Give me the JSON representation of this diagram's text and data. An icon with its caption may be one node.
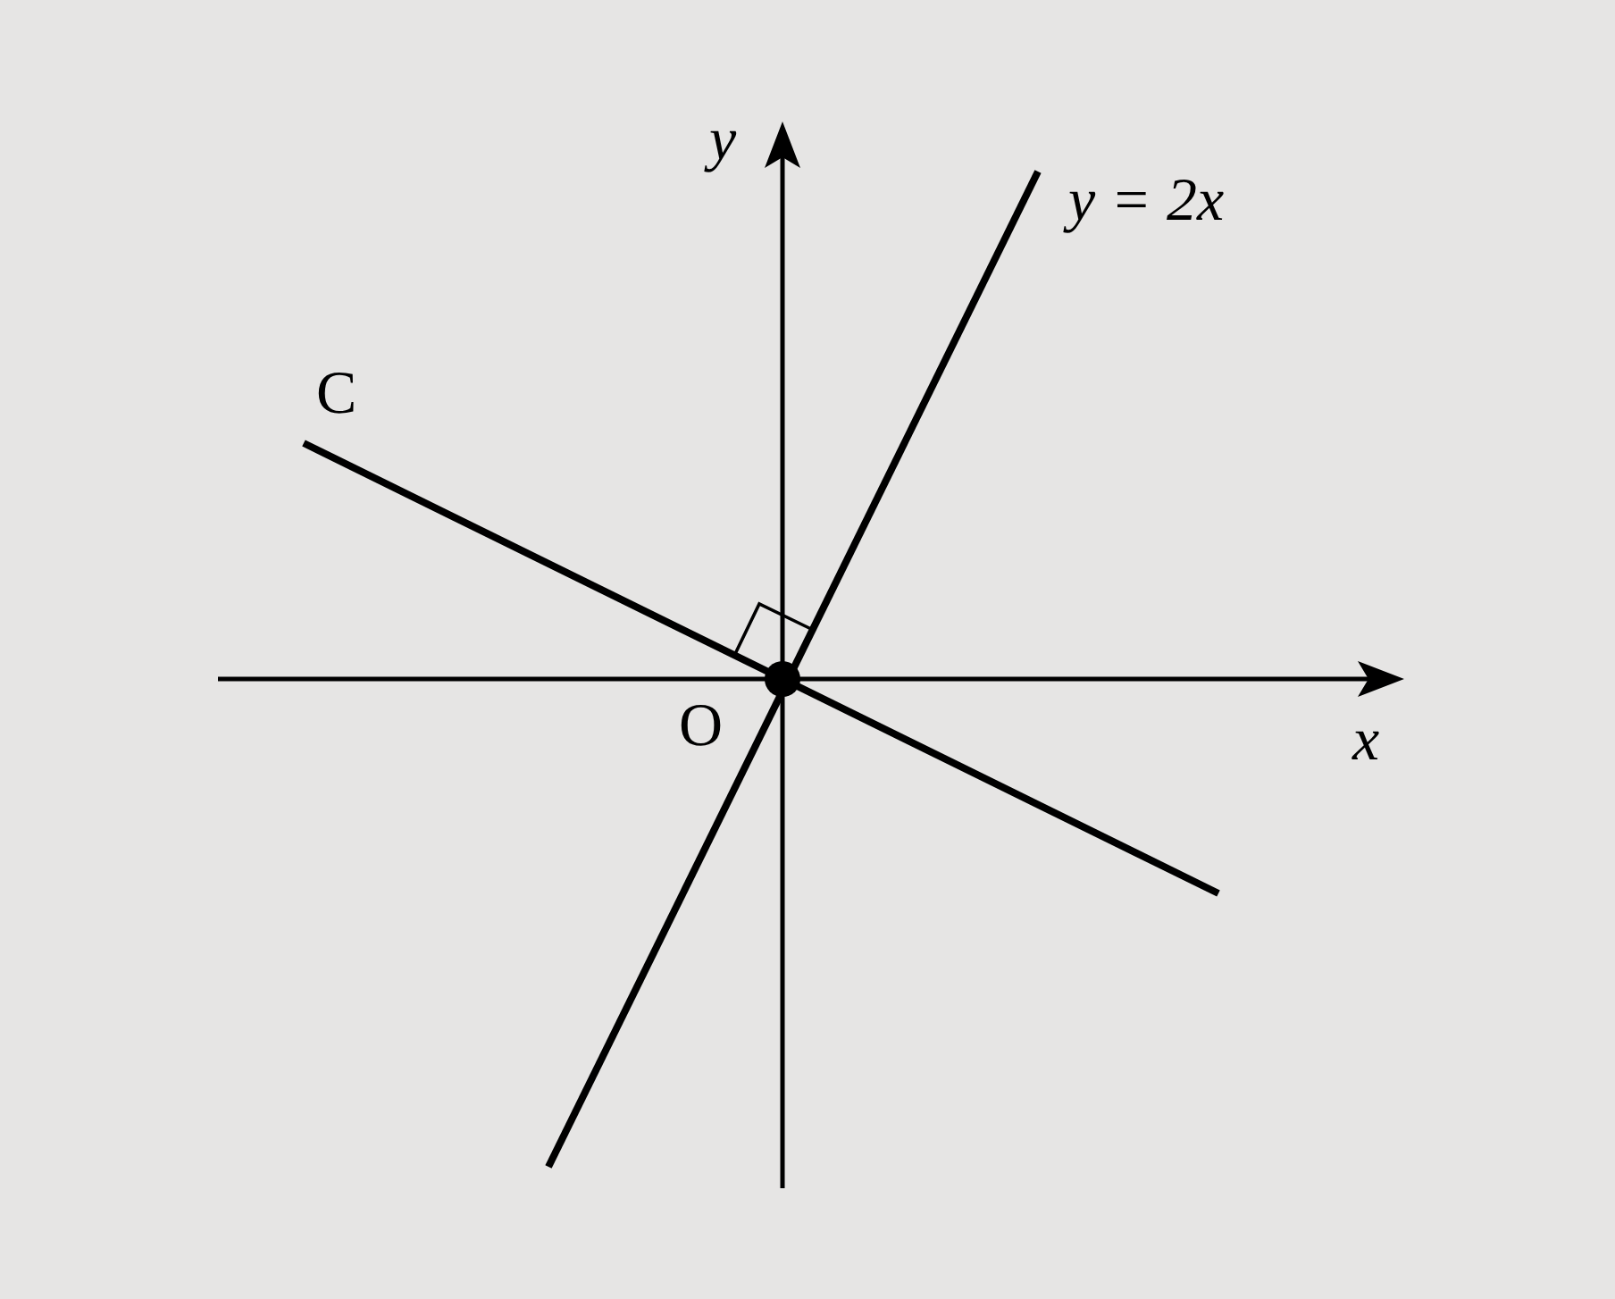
{
  "diagram": {
    "labels": [
      "y",
      "y = 2x",
      "C",
      "O",
      "x"
    ]
  }
}
